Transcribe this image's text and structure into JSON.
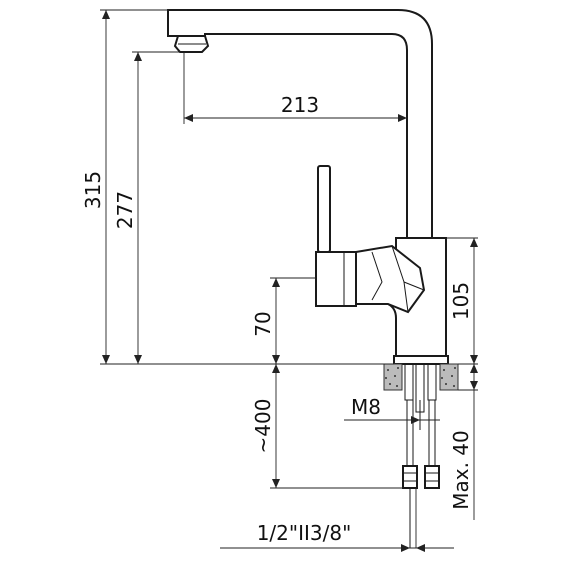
{
  "drawing": {
    "dimensions": {
      "overall_height": "315",
      "spout_height": "277",
      "reach": "213",
      "body_height": "105",
      "lever_height": "70",
      "hose_length": "~400",
      "thread": "M8",
      "max_thickness": "Max. 40",
      "connection": "1/2\"II3/8\""
    }
  }
}
